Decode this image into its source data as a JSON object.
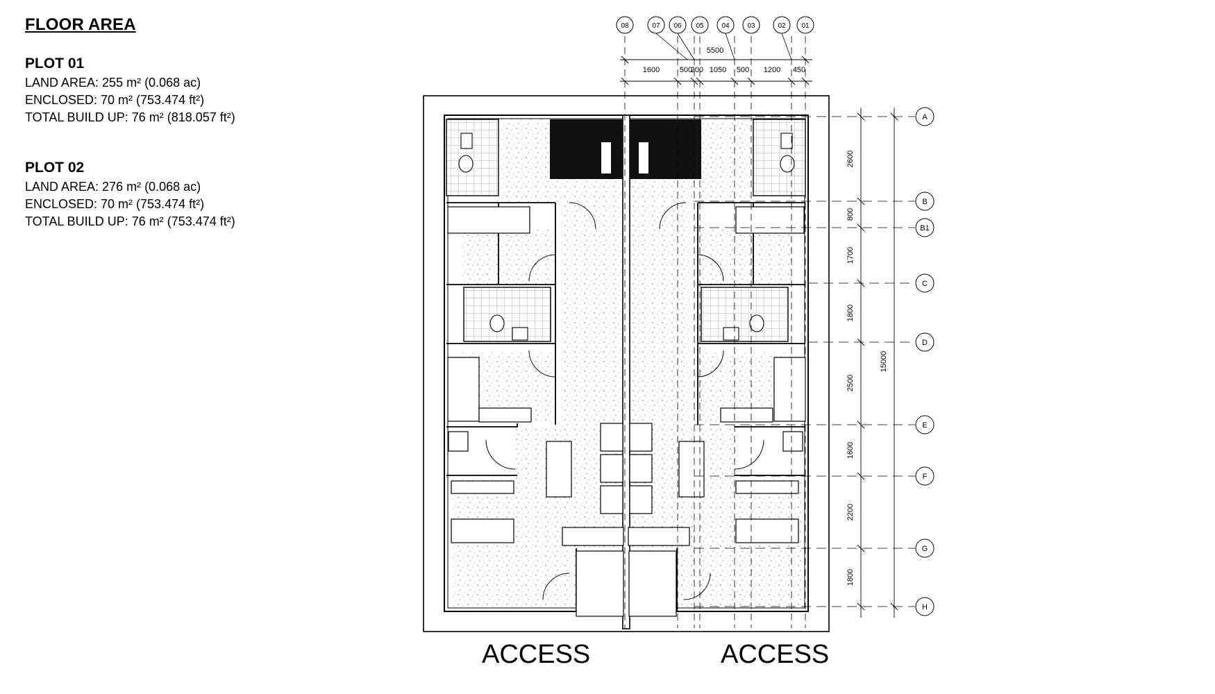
{
  "title": "FLOOR AREA",
  "plots": [
    {
      "name": "PLOT 01",
      "land_area": "LAND AREA: 255 m² (0.068 ac)",
      "enclosed": "ENCLOSED: 70 m² (753.474 ft²)",
      "total": "TOTAL BUILD UP: 76 m² (818.057 ft²)"
    },
    {
      "name": "PLOT 02",
      "land_area": "LAND AREA: 276 m² (0.068 ac)",
      "enclosed": "ENCLOSED: 70 m² (753.474 ft²)",
      "total": "TOTAL BUILD UP: 76 m² (753.474 ft²)"
    }
  ],
  "grid_columns": [
    "08",
    "07",
    "06",
    "05",
    "04",
    "03",
    "02",
    "01"
  ],
  "grid_rows": [
    "A",
    "B",
    "B1",
    "C",
    "D",
    "E",
    "F",
    "G",
    "H"
  ],
  "top_dimensions": {
    "overall": "5500",
    "segments": [
      "1600",
      "500",
      "200",
      "1050",
      "500",
      "1200",
      "450"
    ]
  },
  "side_dimensions": {
    "segments": [
      "2600",
      "800",
      "1700",
      "1800",
      "2500",
      "1600",
      "2200",
      "1800"
    ],
    "overall": "15000"
  },
  "access_labels": [
    "ACCESS",
    "ACCESS"
  ]
}
